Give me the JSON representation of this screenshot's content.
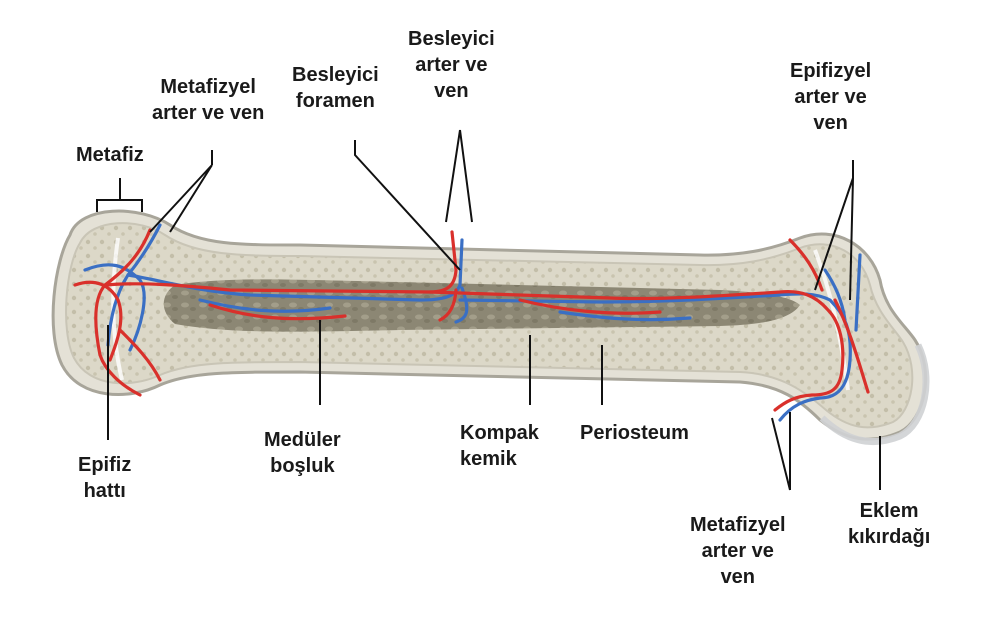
{
  "labels": {
    "metafiz": "Metafiz",
    "metafizyel_top": "Metafizyel\narter ve ven",
    "besleyici_foramen": "Besleyici\nforamen",
    "besleyici_arter": "Besleyici\narter ve\nven",
    "epifizyel": "Epifizyel\narter ve\nven",
    "epifiz_hatti": "Epifiz\nhattı",
    "meduler": "Medüler\nboşluk",
    "kompak": "Kompak\nkemik",
    "periosteum": "Periosteum",
    "metafizyel_bottom": "Metafizyel\narter ve\nven",
    "eklem": "Eklem\nkıkırdağı"
  },
  "colors": {
    "artery": "#d9302b",
    "vein": "#3a6fc4",
    "bone_outer": "#e2dfd3",
    "bone_edge": "#a9a69c",
    "marrow": "#8f8a78",
    "leader_line": "#111111"
  }
}
